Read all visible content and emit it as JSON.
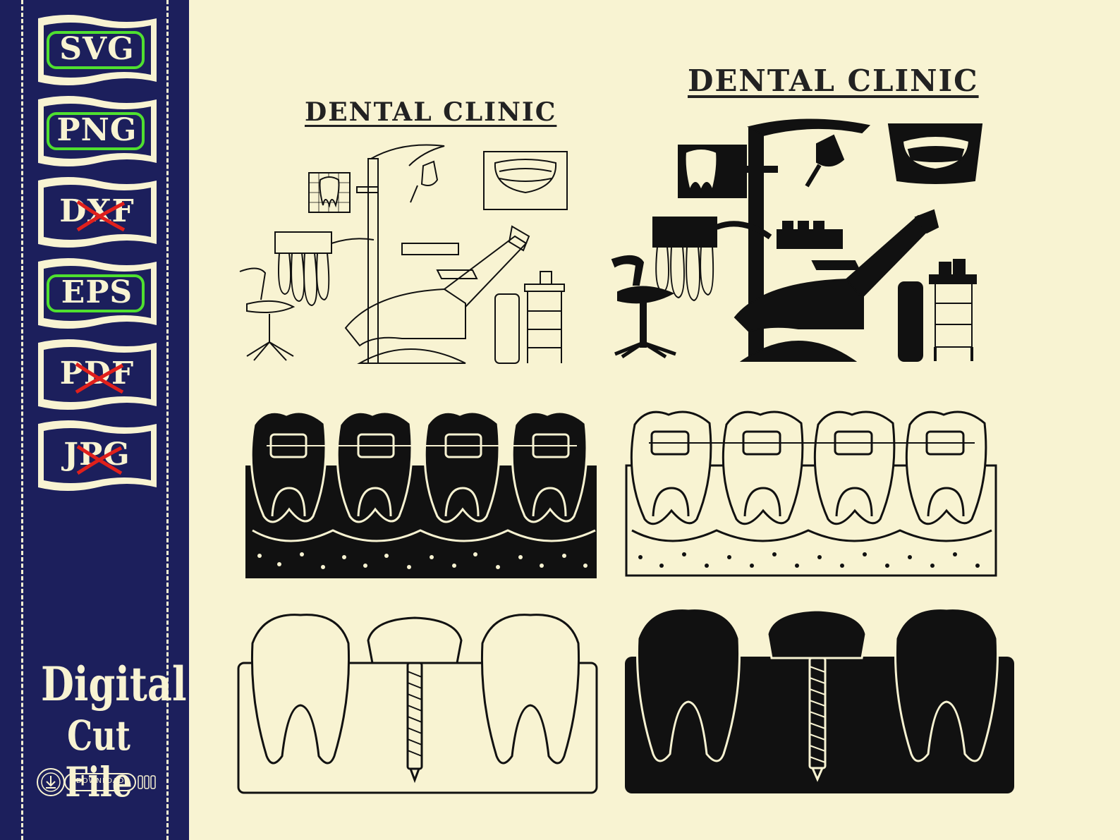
{
  "sidebar": {
    "formats": [
      {
        "label": "SVG",
        "available": true
      },
      {
        "label": "PNG",
        "available": true
      },
      {
        "label": "DXF",
        "available": false
      },
      {
        "label": "EPS",
        "available": true
      },
      {
        "label": "PDF",
        "available": false
      },
      {
        "label": "JPG",
        "available": false
      }
    ],
    "digital": "Digital",
    "cut_file": "Cut File",
    "download_label": "DOWNLOAD"
  },
  "titles": {
    "outline": "DENTAL CLINIC",
    "silhouette": "DENTAL CLINIC"
  },
  "colors": {
    "background": "#f8f3d2",
    "sidebar": "#1c1f5c",
    "available_frame": "#4fe02f",
    "unavailable_cross": "#e0201c",
    "ink": "#111111"
  }
}
